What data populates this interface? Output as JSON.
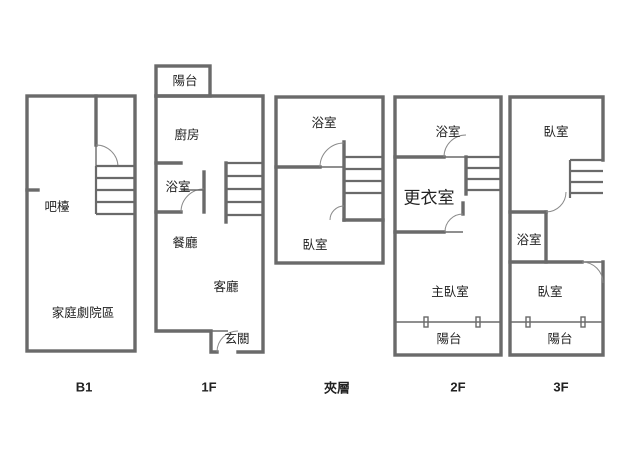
{
  "floors": {
    "b1": {
      "name": "B1",
      "rooms": {
        "bar": "吧檯",
        "theater": "家庭劇院區"
      }
    },
    "f1": {
      "name": "1F",
      "rooms": {
        "balcony": "陽台",
        "kitchen": "廚房",
        "bath": "浴室",
        "dining": "餐廳",
        "living": "客廳",
        "entry": "玄關"
      }
    },
    "mezz": {
      "name": "夾層",
      "rooms": {
        "bath": "浴室",
        "bedroom": "臥室"
      }
    },
    "f2": {
      "name": "2F",
      "rooms": {
        "bath": "浴室",
        "closet": "更衣室",
        "master": "主臥室",
        "balcony": "陽台"
      }
    },
    "f3": {
      "name": "3F",
      "rooms": {
        "bedroom_top": "臥室",
        "bath": "浴室",
        "bedroom": "臥室",
        "balcony": "陽台"
      }
    }
  },
  "colors": {
    "wall": "#6a6a6a",
    "text": "#222222"
  }
}
